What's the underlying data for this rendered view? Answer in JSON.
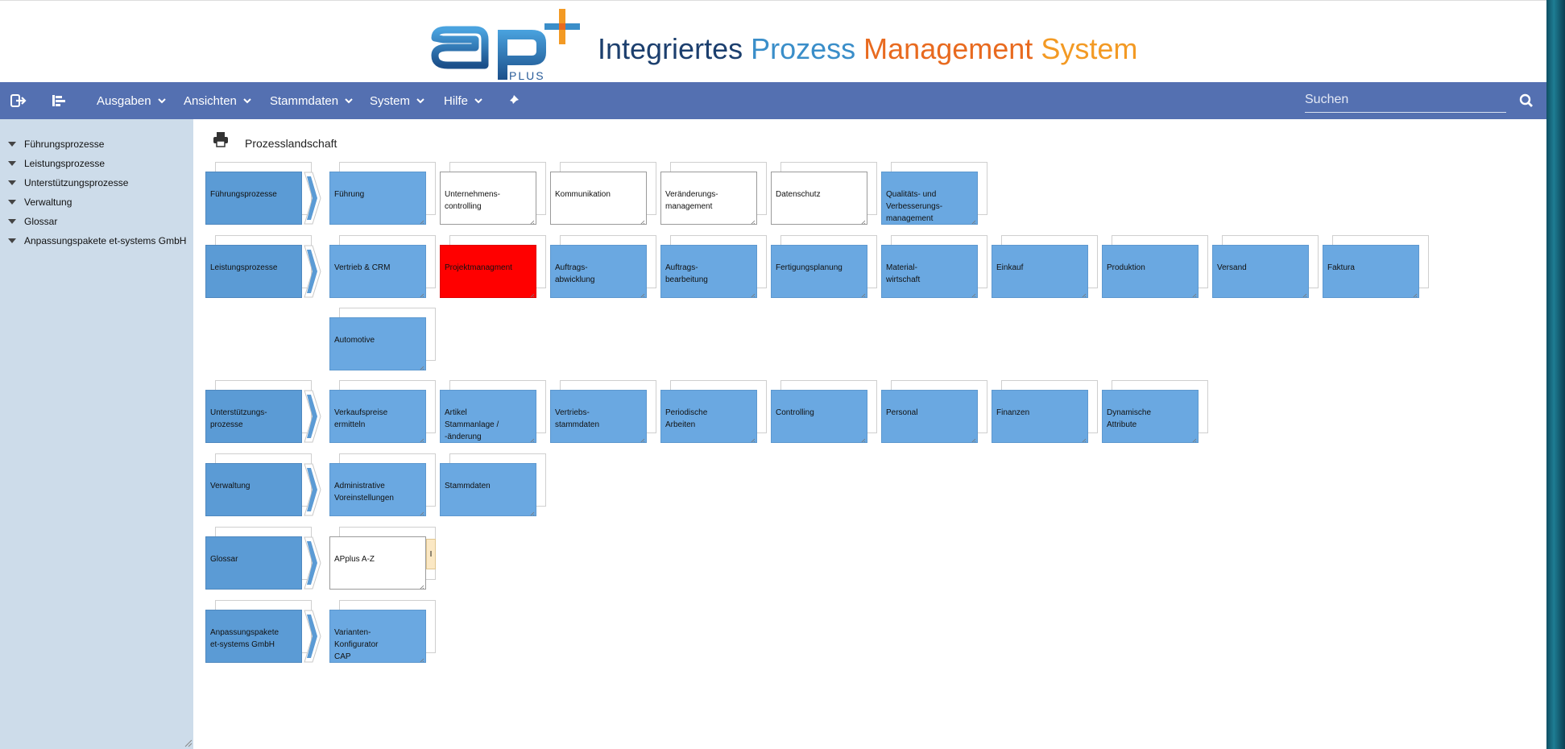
{
  "header": {
    "logo_text": "PLUS",
    "title_parts": [
      "Integriertes",
      "Prozess",
      "Management",
      "System"
    ],
    "colors": {
      "dark": "#1c3f6e",
      "blue": "#3a8ec9",
      "orange": "#e86a1f",
      "light_orange": "#f39a24",
      "nav": "#5470b1"
    }
  },
  "toolbar": {
    "logout_icon": "logout-icon",
    "tree_icon": "tree-toggle-icon",
    "menus": [
      "Ausgaben",
      "Ansichten",
      "Stammdaten",
      "System",
      "Hilfe"
    ],
    "pin_icon": "pin-icon",
    "search_placeholder": "Suchen",
    "search_icon": "search-icon"
  },
  "sidebar": {
    "items": [
      "Führungsprozesse",
      "Leistungsprozesse",
      "Unterstützungsprozesse",
      "Verwaltung",
      "Glossar",
      "Anpassungspakete et-systems GmbH"
    ]
  },
  "main": {
    "title": "Prozesslandschaft",
    "rows": [
      {
        "header": "Führungsprozesse",
        "boxes": [
          {
            "label": "Führung",
            "style": "blue"
          },
          {
            "label": "Unternehmens-\ncontrolling",
            "style": "white"
          },
          {
            "label": "Kommunikation",
            "style": "white"
          },
          {
            "label": "Veränderungs-\nmanagement",
            "style": "white"
          },
          {
            "label": "Datenschutz",
            "style": "white"
          },
          {
            "label": "Qualitäts- und\nVerbesserungs-\nmanagement",
            "style": "blue"
          }
        ]
      },
      {
        "header": "Leistungsprozesse",
        "boxes": [
          {
            "label": "Vertrieb & CRM",
            "style": "blue"
          },
          {
            "label": "Projektmanagment",
            "style": "red"
          },
          {
            "label": "Auftrags-\nabwicklung",
            "style": "blue"
          },
          {
            "label": "Auftrags-\nbearbeitung",
            "style": "blue"
          },
          {
            "label": "Fertigungsplanung",
            "style": "blue"
          },
          {
            "label": "Material-\nwirtschaft",
            "style": "blue"
          },
          {
            "label": "Einkauf",
            "style": "blue"
          },
          {
            "label": "Produktion",
            "style": "blue"
          },
          {
            "label": "Versand",
            "style": "blue"
          },
          {
            "label": "Faktura",
            "style": "blue"
          }
        ]
      },
      {
        "header": "",
        "boxes": [
          {
            "label": "Automotive",
            "style": "blue"
          }
        ]
      },
      {
        "header": "Unterstützungs-\nprozesse",
        "boxes": [
          {
            "label": "Verkaufspreise\nermitteln",
            "style": "blue"
          },
          {
            "label": "Artikel\nStammanlage /\n-änderung",
            "style": "blue"
          },
          {
            "label": "Vertriebs-\nstammdaten",
            "style": "blue"
          },
          {
            "label": "Periodische\nArbeiten",
            "style": "blue"
          },
          {
            "label": "Controlling",
            "style": "blue"
          },
          {
            "label": "Personal",
            "style": "blue"
          },
          {
            "label": "Finanzen",
            "style": "blue"
          },
          {
            "label": "Dynamische\nAttribute",
            "style": "blue"
          }
        ]
      },
      {
        "header": "Verwaltung",
        "boxes": [
          {
            "label": "Administrative\nVoreinstellungen",
            "style": "blue"
          },
          {
            "label": "Stammdaten",
            "style": "blue"
          }
        ]
      },
      {
        "header": "Glossar",
        "boxes": [
          {
            "label": "APplus A-Z",
            "style": "white",
            "tag": "I"
          }
        ]
      },
      {
        "header": "Anpassungspakete\net-systems GmbH",
        "boxes": [
          {
            "label": "Varianten-\nKonfigurator\nCAP",
            "style": "blue"
          }
        ]
      }
    ]
  }
}
